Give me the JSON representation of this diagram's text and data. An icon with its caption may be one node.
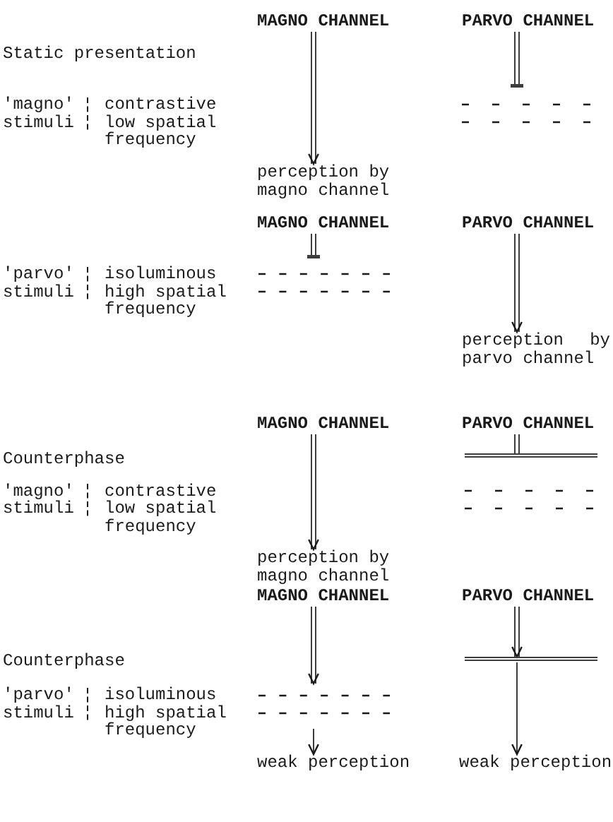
{
  "diagram": {
    "nodes": [
      {
        "text": [
          "MAGNO CHANNEL"
        ]
      },
      {
        "text": [
          "PARVO CHANNEL"
        ]
      },
      {
        "text": [
          "perception by magno channel"
        ]
      },
      {
        "text": [
          "MAGNO CHANNEL"
        ]
      },
      {
        "text": [
          "PARVO CHANNEL"
        ]
      },
      {
        "text": [
          "perception by parvo channel"
        ]
      },
      {
        "text": [
          "MAGNO CHANNEL"
        ]
      },
      {
        "text": [
          "PARVO CHANNEL"
        ]
      },
      {
        "text": [],
        "shape": "bar"
      },
      {
        "text": [
          "perception by magno channel"
        ]
      },
      {
        "text": [
          "MAGNO CHANNEL"
        ]
      },
      {
        "text": [
          "PARVO CHANNEL"
        ]
      },
      {
        "text": [],
        "shape": "bar"
      },
      {
        "text": [
          "weak perception"
        ]
      },
      {
        "text": [
          "weak perception"
        ]
      }
    ],
    "edges": [
      {
        "from": 0,
        "to": 2,
        "arrow": "to"
      },
      {
        "from": 1,
        "to": null,
        "arrow": "other"
      },
      {
        "from": 3,
        "to": null,
        "arrow": "other"
      },
      {
        "from": 4,
        "to": 5,
        "arrow": "to"
      },
      {
        "from": 6,
        "to": 9,
        "arrow": "to"
      },
      {
        "from": 7,
        "to": 8,
        "arrow": "none"
      },
      {
        "from": 10,
        "to": null,
        "arrow": "to"
      },
      {
        "from": 11,
        "to": 12,
        "arrow": "to"
      },
      {
        "from": null,
        "to": 13,
        "arrow": "to"
      },
      {
        "from": 12,
        "to": 14,
        "arrow": "to"
      }
    ],
    "labels": [
      "Static presentation",
      "'magno' stimuli",
      "contrastive low spatial frequency",
      "'parvo' stimuli",
      "isoluminous high spatial frequency",
      "Counterphase",
      "'magno' stimuli",
      "contrastive low spatial frequency",
      "Counterphase",
      "'parvo' stimuli",
      "isoluminous high spatial frequency"
    ]
  }
}
